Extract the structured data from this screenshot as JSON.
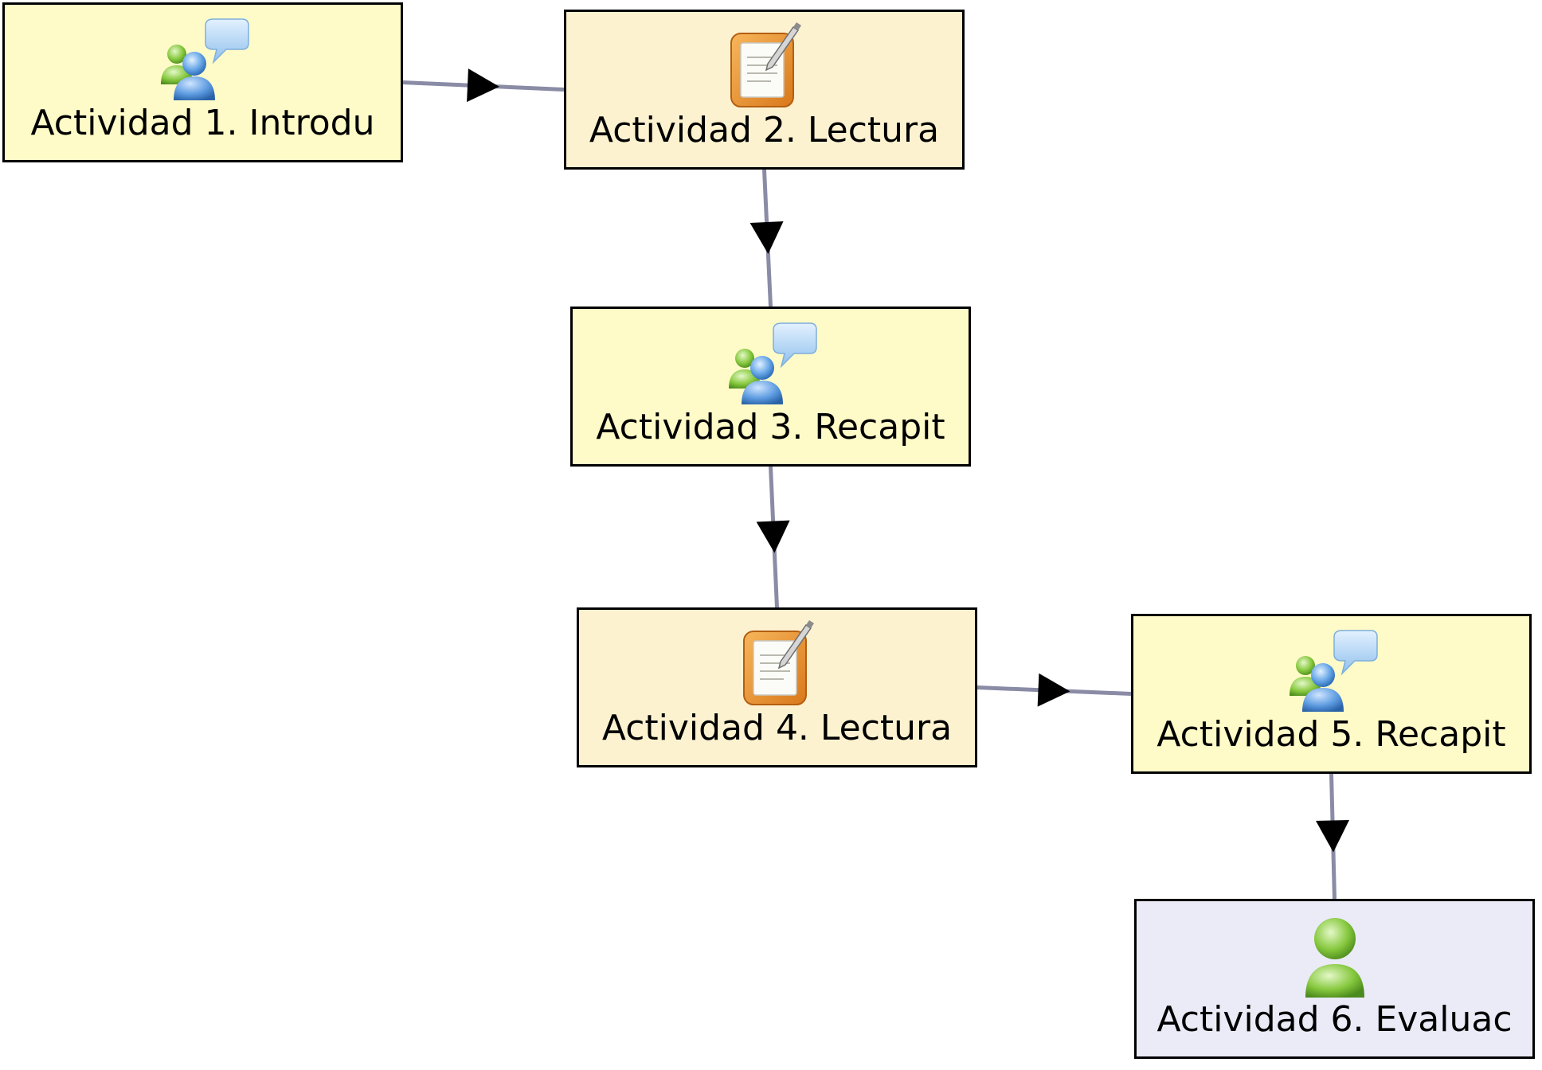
{
  "colors": {
    "line": "#8a8ca6",
    "arrowhead": "#000000",
    "border": "#000000",
    "text": "#000000"
  },
  "activities": [
    {
      "label": "Actividad 1. Introdu",
      "icon": "forum-chat-icon",
      "fill": "#fffbc8"
    },
    {
      "label": "Actividad 2. Lectura",
      "icon": "notebook-task-icon",
      "fill": "#fdf2d0"
    },
    {
      "label": "Actividad 3. Recapit",
      "icon": "forum-chat-icon",
      "fill": "#fffbc8"
    },
    {
      "label": "Actividad 4. Lectura",
      "icon": "notebook-task-icon",
      "fill": "#fdf2d0"
    },
    {
      "label": "Actividad 5. Recapit",
      "icon": "forum-chat-icon",
      "fill": "#fffbc8"
    },
    {
      "label": "Actividad 6. Evaluac",
      "icon": "user-icon",
      "fill": "#ebeaf7"
    }
  ],
  "transitions": [
    {
      "from": 1,
      "to": 2
    },
    {
      "from": 2,
      "to": 3
    },
    {
      "from": 3,
      "to": 4
    },
    {
      "from": 4,
      "to": 5
    },
    {
      "from": 5,
      "to": 6
    }
  ]
}
